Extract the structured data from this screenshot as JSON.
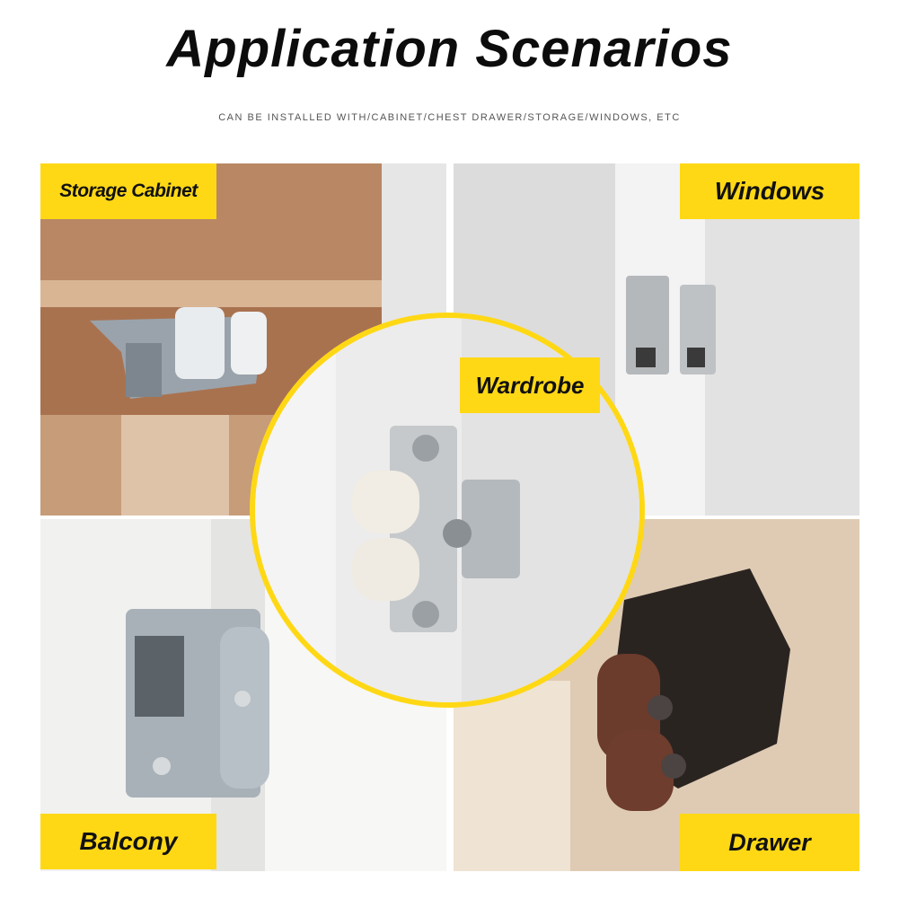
{
  "header": {
    "title": "Application Scenarios",
    "subtitle": "CAN BE INSTALLED WITH/CABINET/CHEST DRAWER/STORAGE/WINDOWS, ETC"
  },
  "scenarios": {
    "storage_cabinet": "Storage Cabinet",
    "windows": "Windows",
    "wardrobe": "Wardrobe",
    "balcony": "Balcony",
    "drawer": "Drawer"
  },
  "colors": {
    "label_background": "#ffd815",
    "title_text": "#0c0c0c"
  }
}
